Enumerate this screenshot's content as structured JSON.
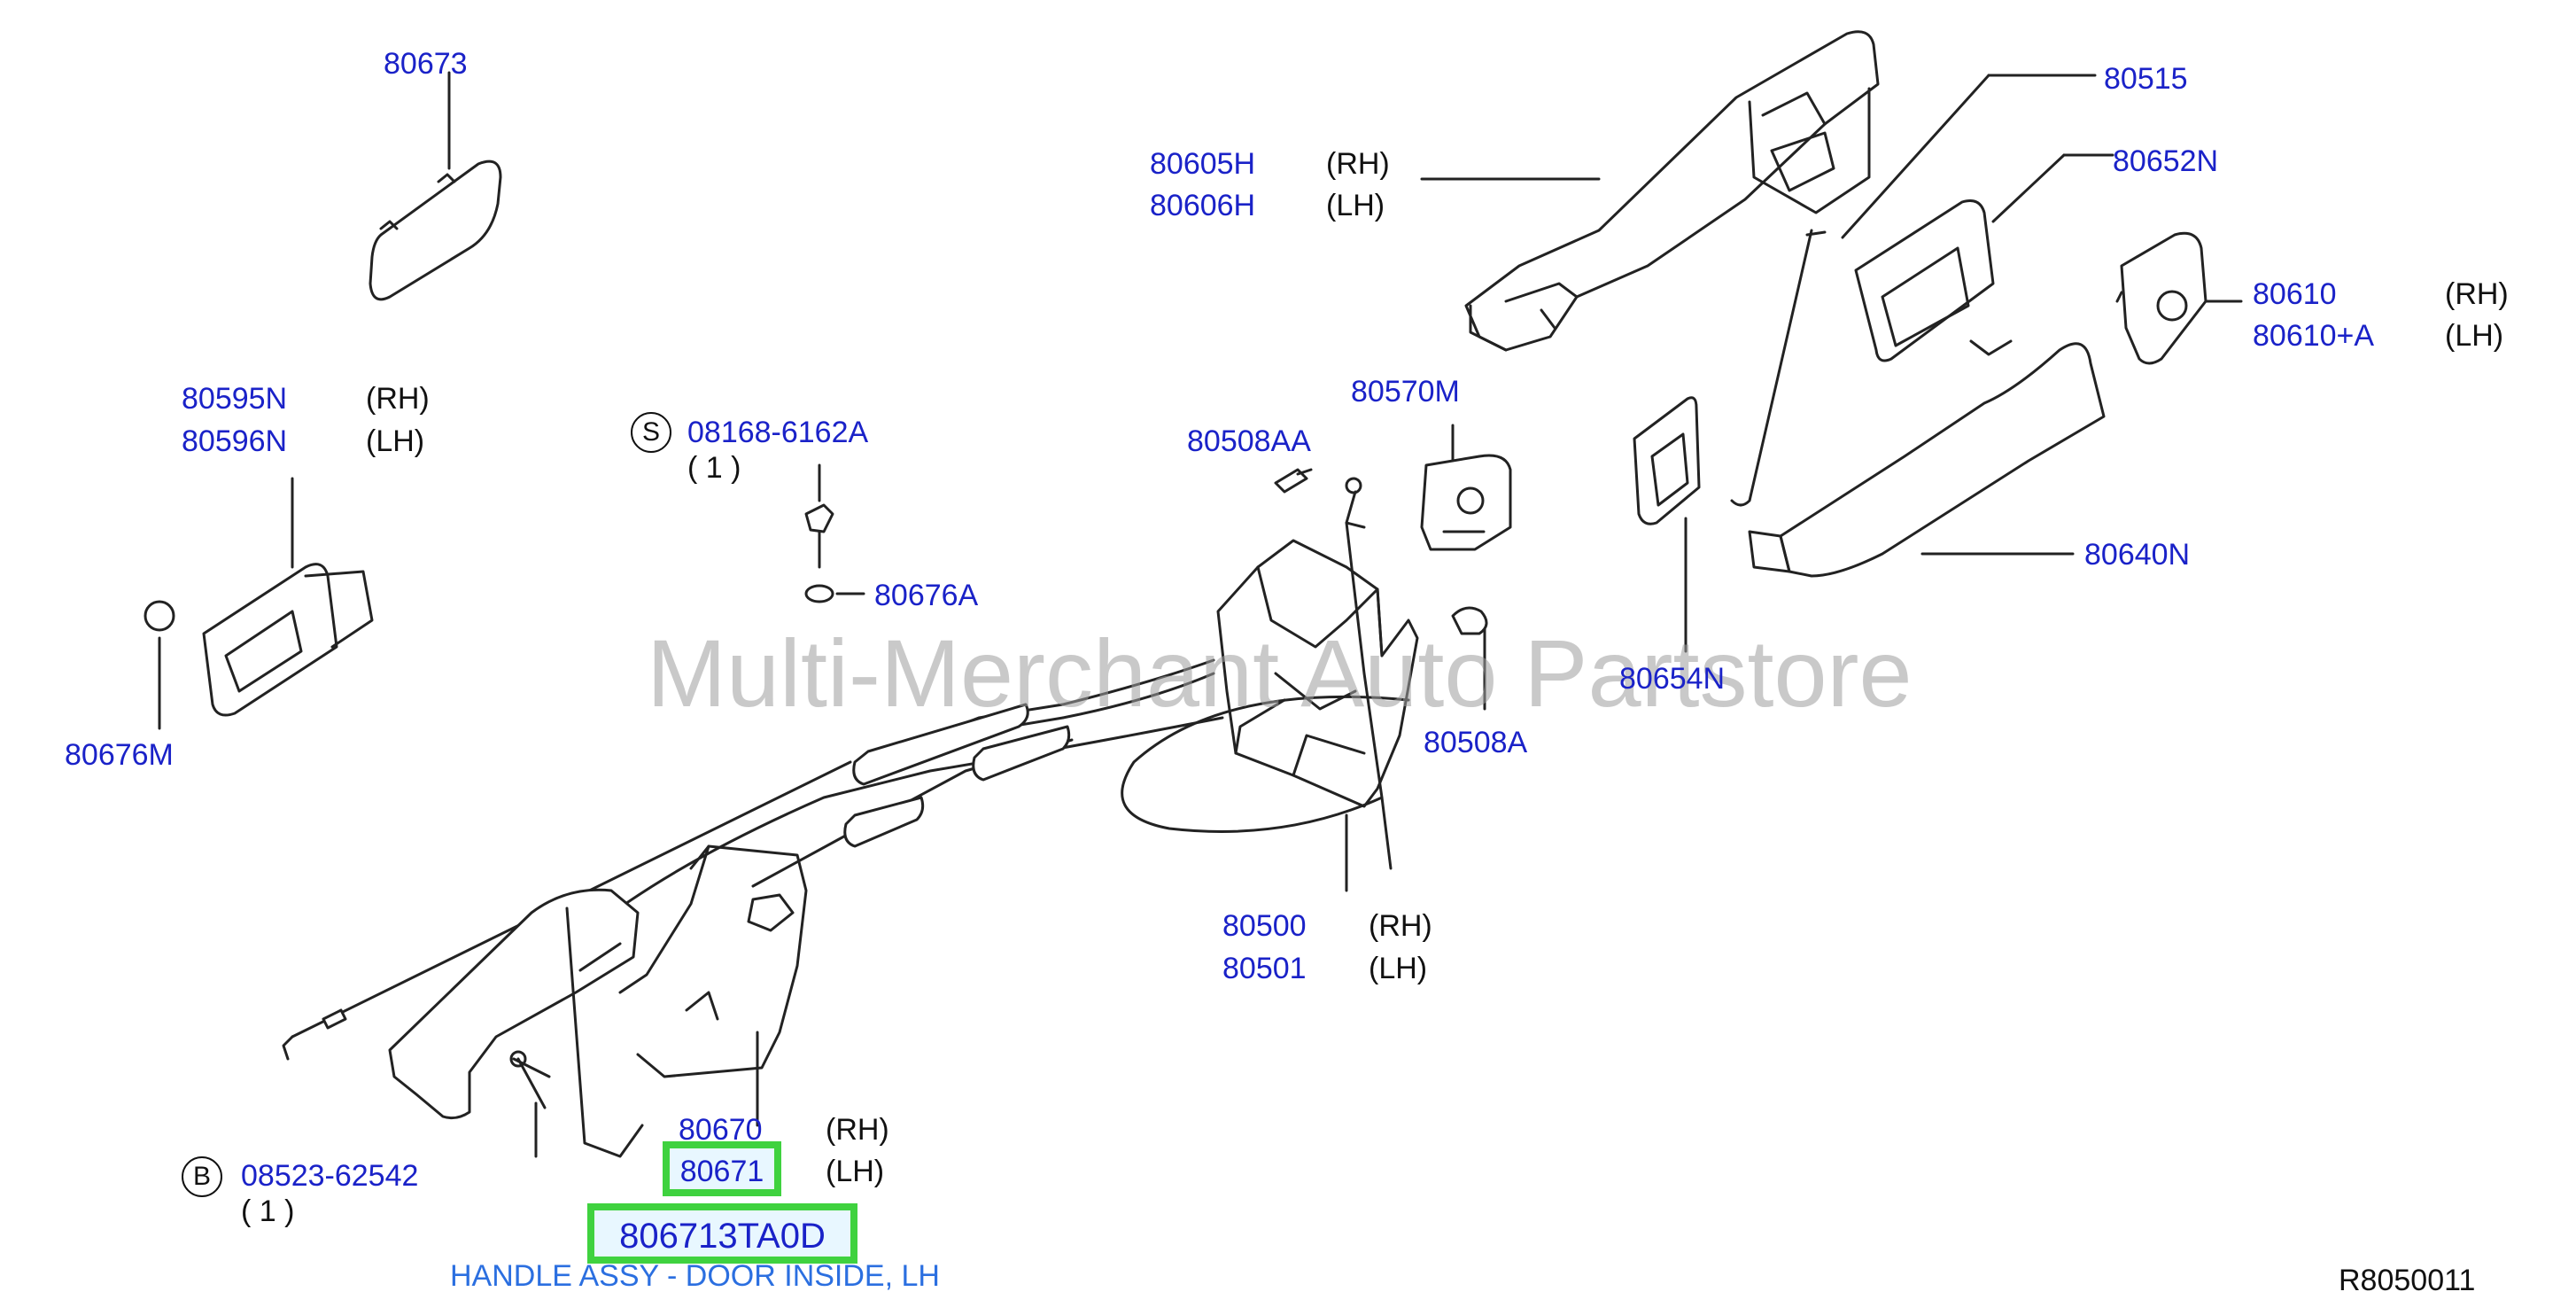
{
  "watermark": "Multi-Merchant Auto Partstore",
  "reference": "R8050011",
  "highlight": {
    "part_number": "806713TA0D",
    "description": "HANDLE ASSY - DOOR INSIDE, LH",
    "selected_callout": "80671"
  },
  "callouts": {
    "c80673": "80673",
    "c80605h": "80605H",
    "c80606h": "80606H",
    "c80515": "80515",
    "c80652n": "80652N",
    "c80610": "80610",
    "c80610a": "80610+A",
    "c80595n": "80595N",
    "c80596n": "80596N",
    "c08168": "08168-6162A",
    "c80676a": "80676A",
    "c80508aa": "80508AA",
    "c80570m": "80570M",
    "c80640n": "80640N",
    "c80676m": "80676M",
    "c80654n": "80654N",
    "c80508a": "80508A",
    "c80500": "80500",
    "c80501": "80501",
    "c80670": "80670",
    "c08523": "08523-62542"
  },
  "sides": {
    "rh": "(RH)",
    "lh": "(LH)"
  },
  "symbols": {
    "s": "S",
    "b": "B"
  },
  "qty": {
    "one": "( 1 )"
  }
}
